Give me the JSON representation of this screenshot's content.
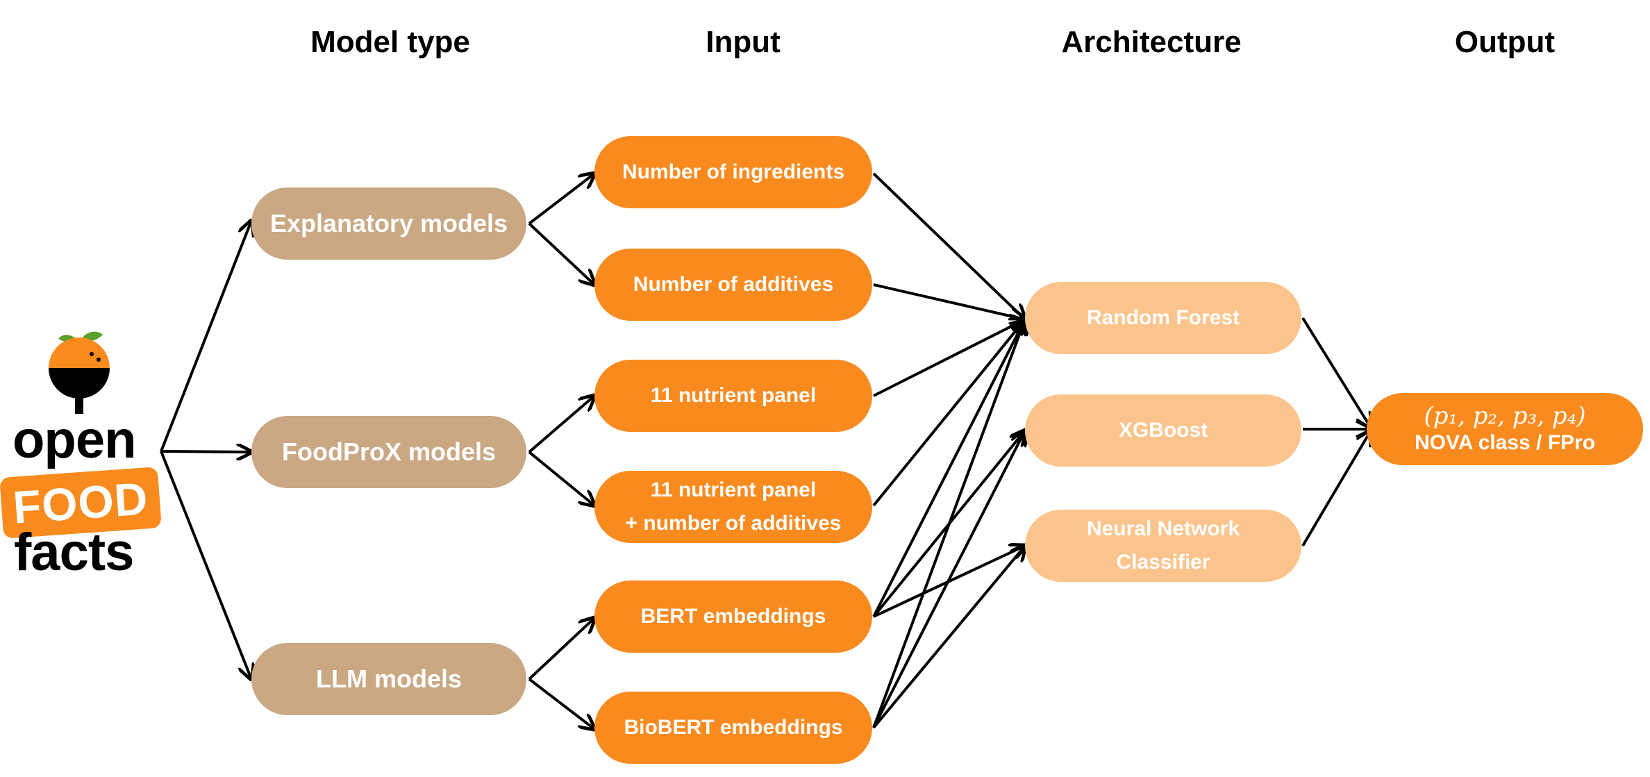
{
  "headers": {
    "model_type": "Model type",
    "input": "Input",
    "architecture": "Architecture",
    "output": "Output"
  },
  "logo": {
    "line1": "open",
    "line2": "FOOD",
    "line3": "facts",
    "icon": "orange-magnifier-icon",
    "colors": {
      "orange": "#f98a1e",
      "leaf": "#5aa02c",
      "text": "#000000"
    }
  },
  "model_types": {
    "explanatory": "Explanatory models",
    "foodprox": "FoodProX models",
    "llm": "LLM models"
  },
  "inputs": {
    "ingredients": "Number of ingredients",
    "additives": "Number of additives",
    "nutrient11": "11 nutrient panel",
    "nutrient11_add_line1": "11 nutrient panel",
    "nutrient11_add_line2": "+ number of additives",
    "bert": "BERT embeddings",
    "biobert": "BioBERT embeddings"
  },
  "architectures": {
    "rf": "Random Forest",
    "xgb": "XGBoost",
    "nn_line1": "Neural Network",
    "nn_line2": "Classifier"
  },
  "output": {
    "formula": "(p₁, p₂, p₃, p₄)",
    "label": "NOVA class / FPro"
  },
  "colors": {
    "model_fill": "#c9a883",
    "input_fill": "#f98a1e",
    "arch_fill": "#fcc48d",
    "output_fill": "#f98a1e",
    "edge": "#000000"
  }
}
